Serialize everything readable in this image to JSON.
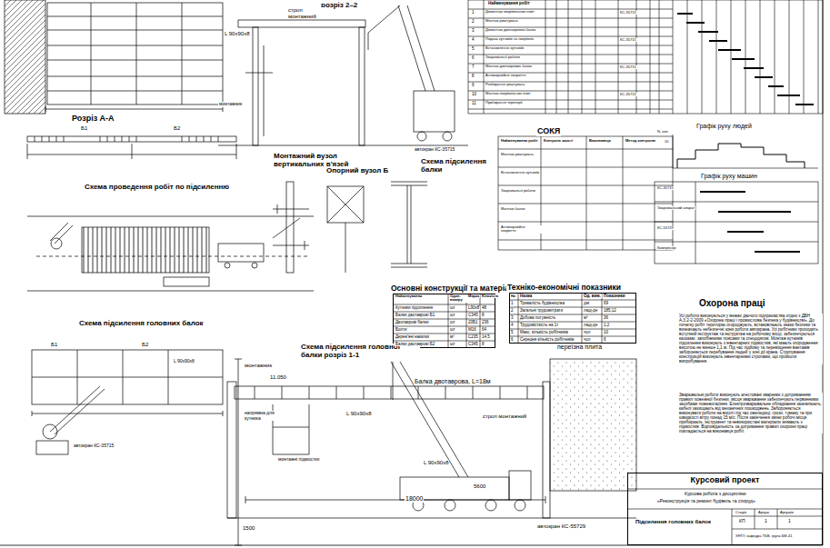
{
  "diagram": {
    "nodes": [
      {
        "text": [
          "Основні конструкції та матеріали"
        ]
      },
      {
        "text": [
          "Техніко-економічні показники"
        ]
      },
      {
        "text": [
          "Курсовий проект"
        ]
      }
    ],
    "labels": [
      "розріз 2–2",
      "Розріз А-А",
      "Схема проведення робіт по підсиленню",
      "Монтажний вузол вертикальних в'язей",
      "Опорний вузол Б",
      "Схема підсилення балки",
      "СОКЯ",
      "Графік руху людей",
      "Графік руху машин",
      "Схема підсилення головних балок",
      "Схема підсилення головної балки розріз 1-1",
      "Охорона праці",
      "Балка двотаврова, L=18м",
      "переїзна плита",
      "11.050",
      "монтажник",
      "напрямна для кутника",
      "монтажні підмостки",
      "L 90х90х8",
      "L 90х90х8",
      "строп монтажний",
      "18000",
      "5600",
      "1500",
      "автокран КС-55729",
      "L 90х90х8",
      "строп монтажний",
      "автокран КС-35715",
      "монтажник",
      "Б1",
      "Б2",
      "Б1",
      "Б2",
      "автокран КС-35715",
      "L 90х90х8",
      "Найменування",
      "Один. виміру",
      "Марка",
      "Кількість",
      "Кутники підсилення",
      "шт",
      "L90x8",
      "48",
      "Балки двотаврові Б1",
      "шт",
      "С345",
      "8",
      "Двотаврові балки",
      "шт",
      "20Б1",
      "236",
      "Болти",
      "шт",
      "М16",
      "64",
      "Дерев'яні накатки",
      "м³",
      "С235",
      "14,5",
      "Балки двотаврові Б2",
      "шт",
      "С345",
      "8",
      "№",
      "Назва",
      "Од. вим.",
      "Показники",
      "1",
      "Тривалість будівництва",
      "дні",
      "69",
      "2",
      "Загальні трудовитрати",
      "люд-дн",
      "185,12",
      "3",
      "Добова потужність",
      "м³",
      "36",
      "4",
      "Трудомісткість на 1т",
      "люд-дн",
      "1,2",
      "5",
      "Макс. кількість робітників",
      "чол",
      "10",
      "6",
      "Середня кількість робітників",
      "чол",
      "6",
      "Найменування робіт",
      "Демонтаж покрівельних плит",
      "Монтаж риштувань",
      "Демонтаж двотаврових балок",
      "Подача кутників на покрівлю",
      "Встановлення кутників",
      "Зварювальні роботи",
      "Монтаж двотаврових балок",
      "Антикорозійне покриття",
      "Розбирання риштувань",
      "Монтаж покрівельних плит",
      "Прибирання території",
      "1",
      "2",
      "3",
      "4",
      "5",
      "6",
      "7",
      "8",
      "9",
      "10",
      "11",
      "КС-35715",
      "КС-35715",
      "КС-35715",
      "КС-35715",
      "Найменування робіт",
      "Контроль якості",
      "Виконавець",
      "Метод контролю",
      "Монтаж риштувань",
      "Встановлення кутників",
      "Зварювальні роботи",
      "Монтаж балок",
      "Антикорозійне покриття",
      "N, чол",
      "10",
      "КС-35715",
      "Зварювальний апарат",
      "КС-55729",
      "Компресор",
      "Курсова робота з дисципліни",
      "«Реконструкція та ремонт будівель та споруд»",
      "Підсилення головних балок",
      "Стадія",
      "Аркуш",
      "Аркушів",
      "КП",
      "1",
      "1",
      "ХНТУ, кафедра ТБВ, група БМ-41",
      "Усі роботи виконуються у межах діючого підприємства згідно з ДБН А.3.2-2-2009 «Охорона праці і промислова безпека у будівництві». До початку робіт територію огороджують, встановлюють знаки безпеки та визначають небезпечні зони роботи автокрана. Усі робітники проходять вступний інструктаж та інструктаж на робочому місці, забезпечуються касками, запобіжними поясами та спецодягом. Монтаж кутників підсилення виконують з інвентарних підмостків, які мають огородження висотою не менше 1,1 м. Під час підйому та переміщення вантажів забороняється перебування людей у зоні дії крана. Стропування конструкцій виконують інвентарними стропами, що пройшли випробування.",
      "Зварювальні роботи виконують атестовані зварники з дотриманням правил пожежної безпеки; місця зварювання забезпечують первинними засобами пожежогасіння. Електрозварювальне обладнання заземлюють, кабелі захищають від механічних пошкоджень. Забороняється виконувати роботи на висоті під час ожеледиці, грози, туману та при швидкості вітру понад 15 м/с. Після закінчення зміни робочі місця прибирають, інструмент та невикористані матеріали знімають з підмостків. Відповідальність за дотримання правил охорони праці покладається на виконавця робіт."
    ]
  }
}
